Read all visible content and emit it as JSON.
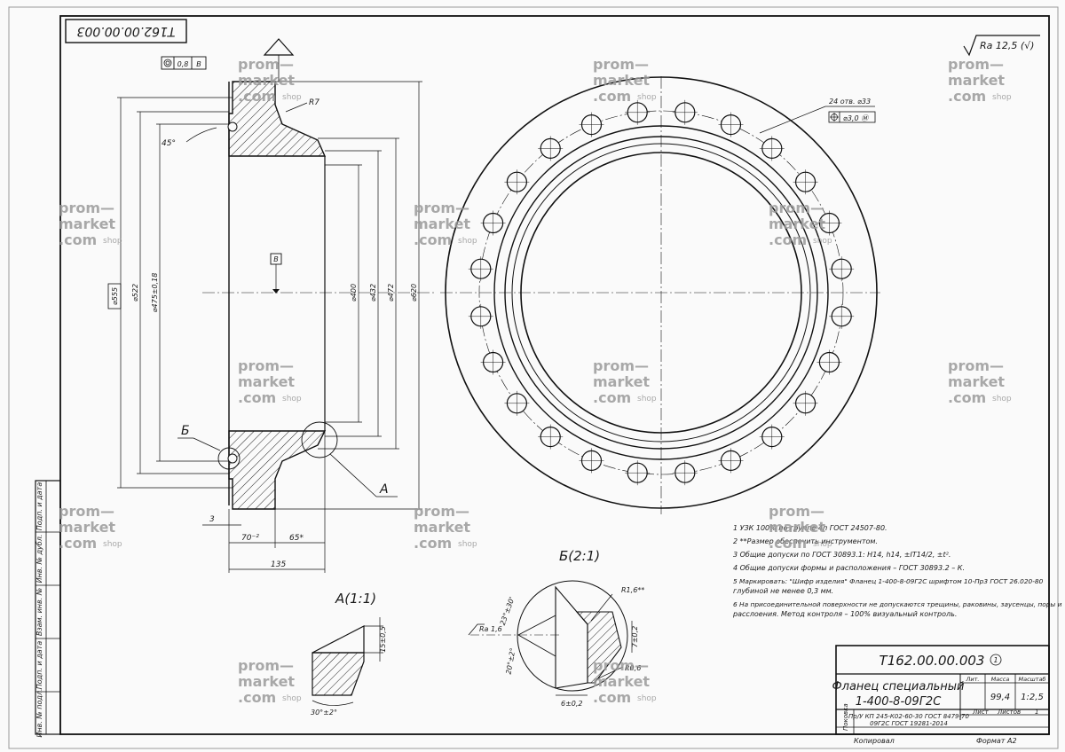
{
  "drawing": {
    "number": "Т162.00.00.003",
    "rev_mark": "1",
    "title_line1": "Фланец специальный",
    "title_line2": "1-400-8-09Г2С",
    "material_line1": "Пр/У КП 245-К02-60-30 ГОСТ 8479-70",
    "material_line2": "09Г2С ГОСТ 19281-2014",
    "material_label": "Поковка",
    "mass": "99,4",
    "scale": "1:2,5",
    "col_lit": "Лит.",
    "col_mass": "Масса",
    "col_scale": "Масштаб",
    "sheet_label": "Лист",
    "sheets_label": "Листов",
    "sheets_value": "1",
    "copied": "Копировал",
    "format": "Формат   А2",
    "roughness": "Ra 12,5 (√)"
  },
  "side_strip": [
    "Инв. № подл.",
    "Подп. и дата",
    "Взам. инв. №",
    "Инв. № дубл.",
    "Подп. и дата"
  ],
  "view_labels": {
    "detail_a": "А(1:1)",
    "detail_b": "Б(2:1)",
    "callout_a": "А",
    "callout_b": "Б",
    "datum_b": "В"
  },
  "dimensions": {
    "d555": "⌀555",
    "d522": "⌀522",
    "d475": "⌀475±0,18",
    "d400": "⌀400",
    "d432": "⌀432",
    "d472": "⌀472",
    "d620": "⌀620",
    "angle45": "45°",
    "r7": "R7",
    "tol": "0,8",
    "tol_datum": "В",
    "len3": "3",
    "len70": "70⁻²",
    "len65": "65*",
    "len135": "135",
    "holes": "24 отв. ⌀33",
    "hole_pos": "⌀3,0 Ⓜ",
    "dA_15": "15±0,5",
    "dA_30": "30°±2°",
    "dB_r16": "R1,6**",
    "dB_23": "23°±30'",
    "dB_ra": "Ra 1,6",
    "dB_7": "7±0,2",
    "dB_6": "6±0,2",
    "dB_20": "20°±2°",
    "dB_r06": "R0,6"
  },
  "notes": [
    "1  УЗК 100% по группе 4п ГОСТ 24507-80.",
    "2  **Размер обеспечить инструментом.",
    "3  Общие допуски по ГОСТ 30893.1: H14, h14, ±IT14/2, ±t².",
    "4  Общие допуски формы и расположения – ГОСТ 30893.2 – К.",
    "5  Маркировать: \"Шифр изделия\" Фланец 1-400-8-09Г2С шрифтом 10-Пр3 ГОСТ 26.020-80",
    "глубиной не менее 0,3 мм.",
    "6  На присоединительной поверхности не допускаются трещины, раковины, заусенцы, поры и",
    "расслоения. Метод контроля – 100% визуальный контроль."
  ],
  "watermark": {
    "line1": "prom—",
    "line2": "market",
    "line3": ".com",
    "shop": "shop"
  }
}
